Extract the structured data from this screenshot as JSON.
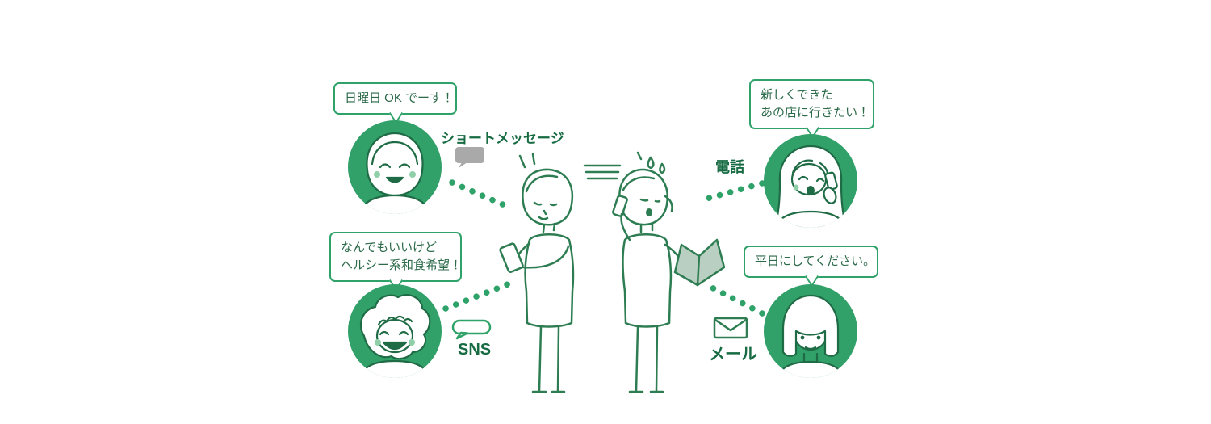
{
  "illustration": {
    "description": "Two women coordinating plans while friends reply through four different channels"
  },
  "colors": {
    "accent_green": "#2fa269",
    "outline_green": "#1f6b45",
    "avatar_green": "#31a069",
    "bubble_text": "#2c6a4a",
    "icon_gray": "#a9a9a9",
    "background": "#ffffff"
  },
  "contacts": {
    "sms": {
      "bubble": {
        "line1": "日曜日 OK でーす！",
        "line2": ""
      },
      "label": "ショートメッセージ",
      "icon": "sms-speech-bubble-icon"
    },
    "sns": {
      "bubble": {
        "line1": "なんでもいいけど",
        "line2": "ヘルシー系和食希望！"
      },
      "label": "SNS",
      "icon": "chat-bubble-outline-icon"
    },
    "phone": {
      "bubble": {
        "line1": "新しくできた",
        "line2": "あの店に行きたい！"
      },
      "label": "電話",
      "icon": ""
    },
    "mail": {
      "bubble": {
        "line1": "平日にしてください。",
        "line2": ""
      },
      "label": "メール",
      "icon": "envelope-icon"
    }
  }
}
